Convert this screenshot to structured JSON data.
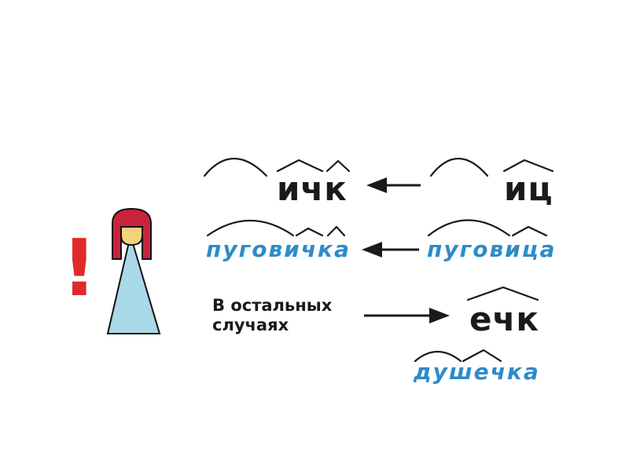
{
  "rule": {
    "exclamation": "!",
    "row1": {
      "left_suffix": "ичк",
      "right_suffix": "иц"
    },
    "row2": {
      "left_word": "пуговичка",
      "right_word": "пуговица"
    },
    "row3": {
      "condition": "В остальных случаях",
      "suffix": "ечк",
      "example": "душечка"
    }
  },
  "colors": {
    "text": "#1a1a1a",
    "example_word": "#2e8bc8",
    "exclamation": "#e02a2a",
    "figure_hair": "#c8243c",
    "figure_face": "#f2d27a",
    "figure_dress": "#a9d8e8"
  },
  "icons": [
    "exclamation-mark",
    "girl-figure-icon",
    "arrow-left-icon",
    "arrow-right-icon",
    "root-arc",
    "suffix-caret"
  ]
}
